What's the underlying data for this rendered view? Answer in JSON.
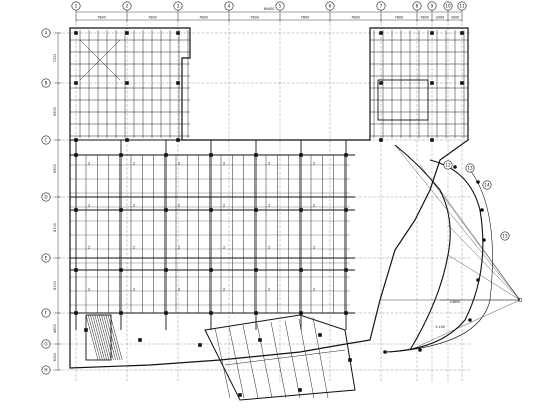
{
  "drawing": {
    "title": "",
    "top_axes": [
      "1",
      "2",
      "3",
      "4",
      "5",
      "6",
      "7",
      "8",
      "9",
      "10",
      "11"
    ],
    "left_axes": [
      "A",
      "B",
      "C",
      "D",
      "E",
      "F",
      "G",
      "H"
    ],
    "top_dims": [
      "7800",
      "7800",
      "7800",
      "7800",
      "7800",
      "7800",
      "7800",
      "7800",
      "3000",
      "3000"
    ],
    "top_total": "69400",
    "left_dims": [
      "7200",
      "6900",
      "6900",
      "8100",
      "8100",
      "4800",
      "6000"
    ],
    "curved_axes": [
      "12",
      "13",
      "14",
      "15"
    ],
    "wing_dim": "24600",
    "scale_note": "1:100",
    "beam_label": "KL"
  }
}
